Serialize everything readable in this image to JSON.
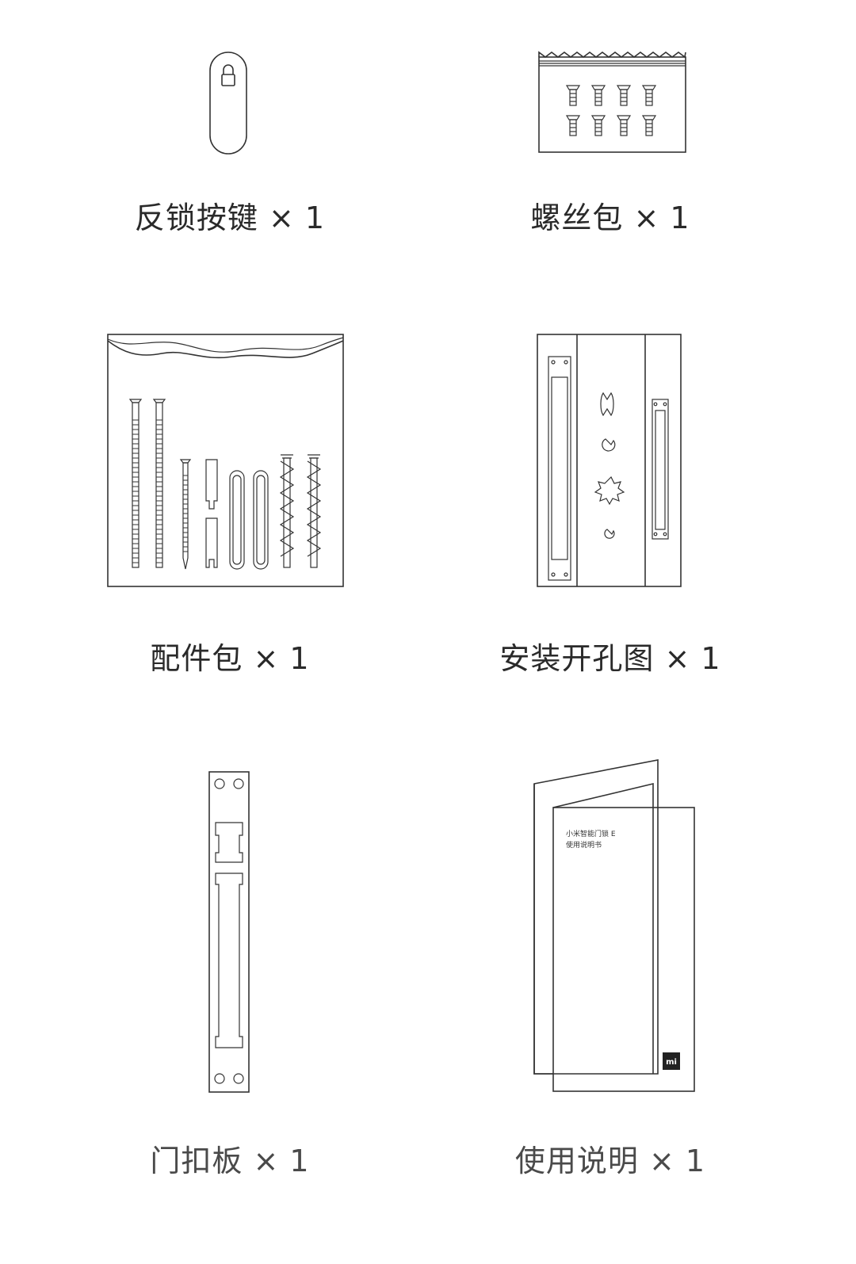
{
  "items": [
    {
      "icon": "lock-button-icon",
      "label": "反锁按键 × 1"
    },
    {
      "icon": "screw-bag-icon",
      "label": "螺丝包 × 1"
    },
    {
      "icon": "accessory-bag-icon",
      "label": "配件包 × 1"
    },
    {
      "icon": "drilling-template-icon",
      "label": "安装开孔图 × 1"
    },
    {
      "icon": "strike-plate-icon",
      "label": "门扣板 × 1"
    },
    {
      "icon": "manual-booklet-icon",
      "label": "使用说明 × 1"
    }
  ],
  "manual": {
    "title": "小米智能门锁 E",
    "subtitle": "使用说明书",
    "logo": "mi"
  }
}
